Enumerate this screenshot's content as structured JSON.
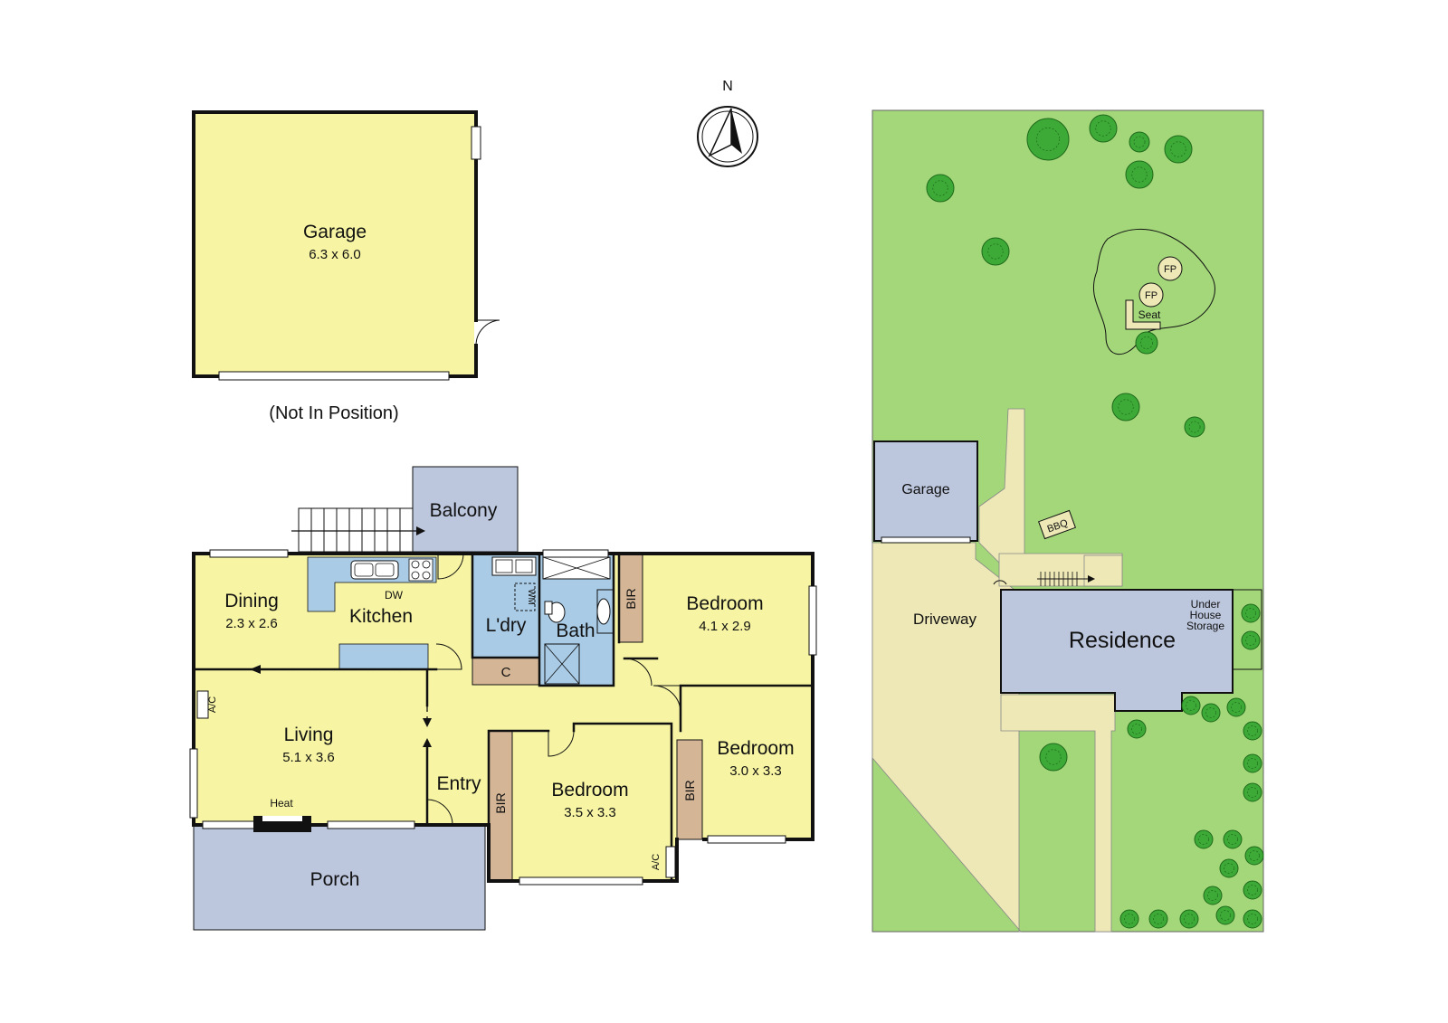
{
  "compass": {
    "label": "N"
  },
  "garage_plan": {
    "name": "Garage",
    "dims": "6.3 x 6.0",
    "note": "(Not In Position)"
  },
  "rooms": {
    "balcony": {
      "name": "Balcony"
    },
    "dining": {
      "name": "Dining",
      "dims": "2.3 x 2.6"
    },
    "kitchen": {
      "name": "Kitchen",
      "dw": "DW"
    },
    "laundry": {
      "name": "L'dry",
      "wm": "WM",
      "cupboard": "C"
    },
    "bath": {
      "name": "Bath"
    },
    "bedroom1": {
      "name": "Bedroom",
      "dims": "4.1 x 2.9",
      "bir": "BIR"
    },
    "living": {
      "name": "Living",
      "dims": "5.1 x 3.6",
      "ac": "A/C",
      "heat": "Heat"
    },
    "entry": {
      "name": "Entry"
    },
    "bedroom2": {
      "name": "Bedroom",
      "dims": "3.5 x 3.3",
      "bir": "BIR",
      "ac": "A/C"
    },
    "bedroom3": {
      "name": "Bedroom",
      "dims": "3.0 x 3.3",
      "bir": "BIR"
    },
    "porch": {
      "name": "Porch"
    }
  },
  "site": {
    "garage": "Garage",
    "driveway": "Driveway",
    "residence": "Residence",
    "storage": [
      "Under",
      "House",
      "Storage"
    ],
    "bbq": "BBQ",
    "fp1": "FP",
    "fp2": "FP",
    "seat": "Seat"
  },
  "colors": {
    "room": "#f7f5a3",
    "wet": "#a9cbe6",
    "covered": "#bcc6dd",
    "joinery": "#d4b596",
    "lawn": "#a3d77a",
    "driveway": "#ede8b6",
    "tree": "#3daa37"
  }
}
